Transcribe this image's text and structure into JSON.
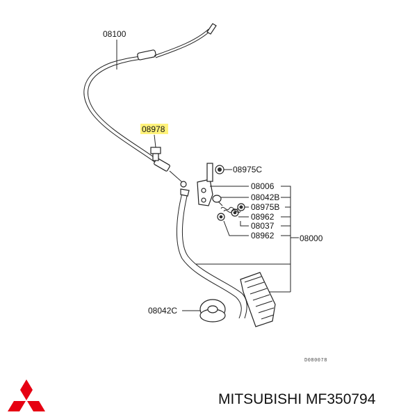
{
  "diagram": {
    "labels": {
      "cable": "08100",
      "highlighted_part": "08978",
      "nut_c": "08975C",
      "bracket": "08006",
      "bushing_b": "08042B",
      "nut_b": "08975B",
      "washer_1": "08962",
      "spring": "08037",
      "washer_2": "08962",
      "pedal_assembly": "08000",
      "bushing_c": "08042C"
    },
    "drawing_code": "D080078",
    "highlight_color": "#fff27a"
  },
  "footer": {
    "brand_text": "MITSUBISHI MF350794",
    "logo_color": "#e60012"
  }
}
